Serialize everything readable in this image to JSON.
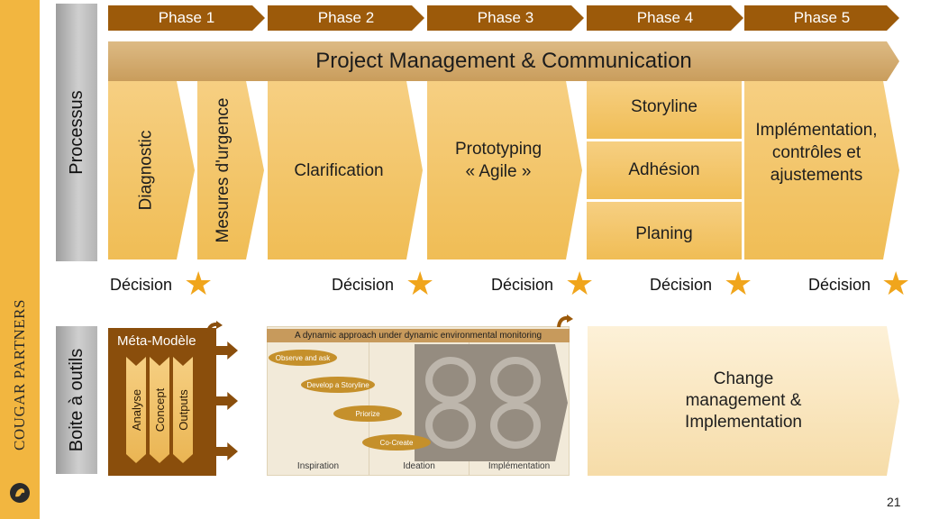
{
  "brand": {
    "name": "COUGAR PARTNERS"
  },
  "rows": {
    "process_label": "Processus",
    "toolbox_label": "Boite à outils"
  },
  "phases": [
    "Phase 1",
    "Phase 2",
    "Phase 3",
    "Phase 4",
    "Phase 5"
  ],
  "banner": "Project Management & Communication",
  "process": {
    "diagnostic": "Diagnostic",
    "urgence": "Mesures d'urgence",
    "clarification": "Clarification",
    "prototyping_1": "Prototyping",
    "prototyping_2": "« Agile »",
    "storyline": "Storyline",
    "adhesion": "Adhésion",
    "planing": "Planing",
    "impl_1": "Implémentation,",
    "impl_2": "contrôles et",
    "impl_3": "ajustements"
  },
  "decision_label": "Décision",
  "toolbox": {
    "meta_title": "Méta-Modèle",
    "meta_cols": [
      "Analyse",
      "Concept",
      "Outputs"
    ],
    "dynamic_title": "A dynamic approach under dynamic environmental monitoring",
    "pills": [
      "Observe and ask",
      "Develop a Storyline",
      "Priorize",
      "Co-Create"
    ],
    "footers": [
      "Inspiration",
      "Ideation",
      "Implémentation"
    ],
    "change_1": "Change",
    "change_2": "management &",
    "change_3": "Implementation"
  },
  "page_number": "21",
  "colors": {
    "phase": "#9c5a0a",
    "box": "#f0bd55",
    "star": "#f0a51c",
    "sidebar": "#f2b640",
    "meta": "#8a4e0c"
  }
}
